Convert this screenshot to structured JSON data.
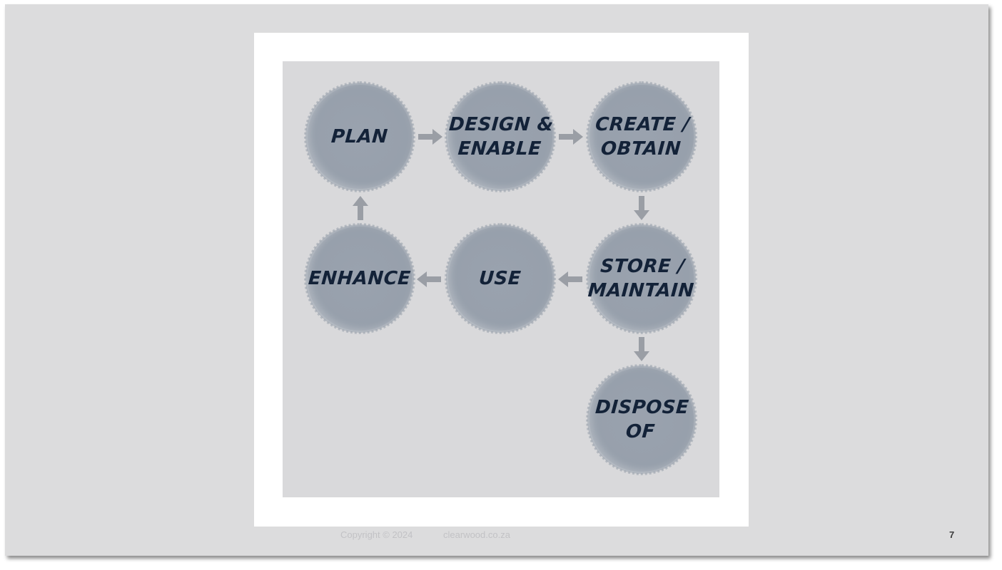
{
  "diagram": {
    "nodes": [
      {
        "id": "plan",
        "label": "PLAN"
      },
      {
        "id": "design",
        "label": "DESIGN &\nENABLE"
      },
      {
        "id": "create",
        "label": "CREATE /\nOBTAIN"
      },
      {
        "id": "store",
        "label": "STORE /\nMAINTAIN"
      },
      {
        "id": "use",
        "label": "USE"
      },
      {
        "id": "enhance",
        "label": "ENHANCE"
      },
      {
        "id": "dispose",
        "label": "DISPOSE\nOF"
      }
    ],
    "flow": [
      [
        "plan",
        "design"
      ],
      [
        "design",
        "create"
      ],
      [
        "create",
        "store"
      ],
      [
        "store",
        "use"
      ],
      [
        "use",
        "enhance"
      ],
      [
        "enhance",
        "plan"
      ],
      [
        "store",
        "dispose"
      ]
    ],
    "colors": {
      "node_fill": "#9aa2ae",
      "label_text": "#132238",
      "arrow": "#9a9ea5",
      "canvas": "#d9d9db"
    }
  },
  "footer": {
    "copyright": "Copyright © 2024",
    "site": "clearwood.co.za",
    "slide_number": "7"
  }
}
